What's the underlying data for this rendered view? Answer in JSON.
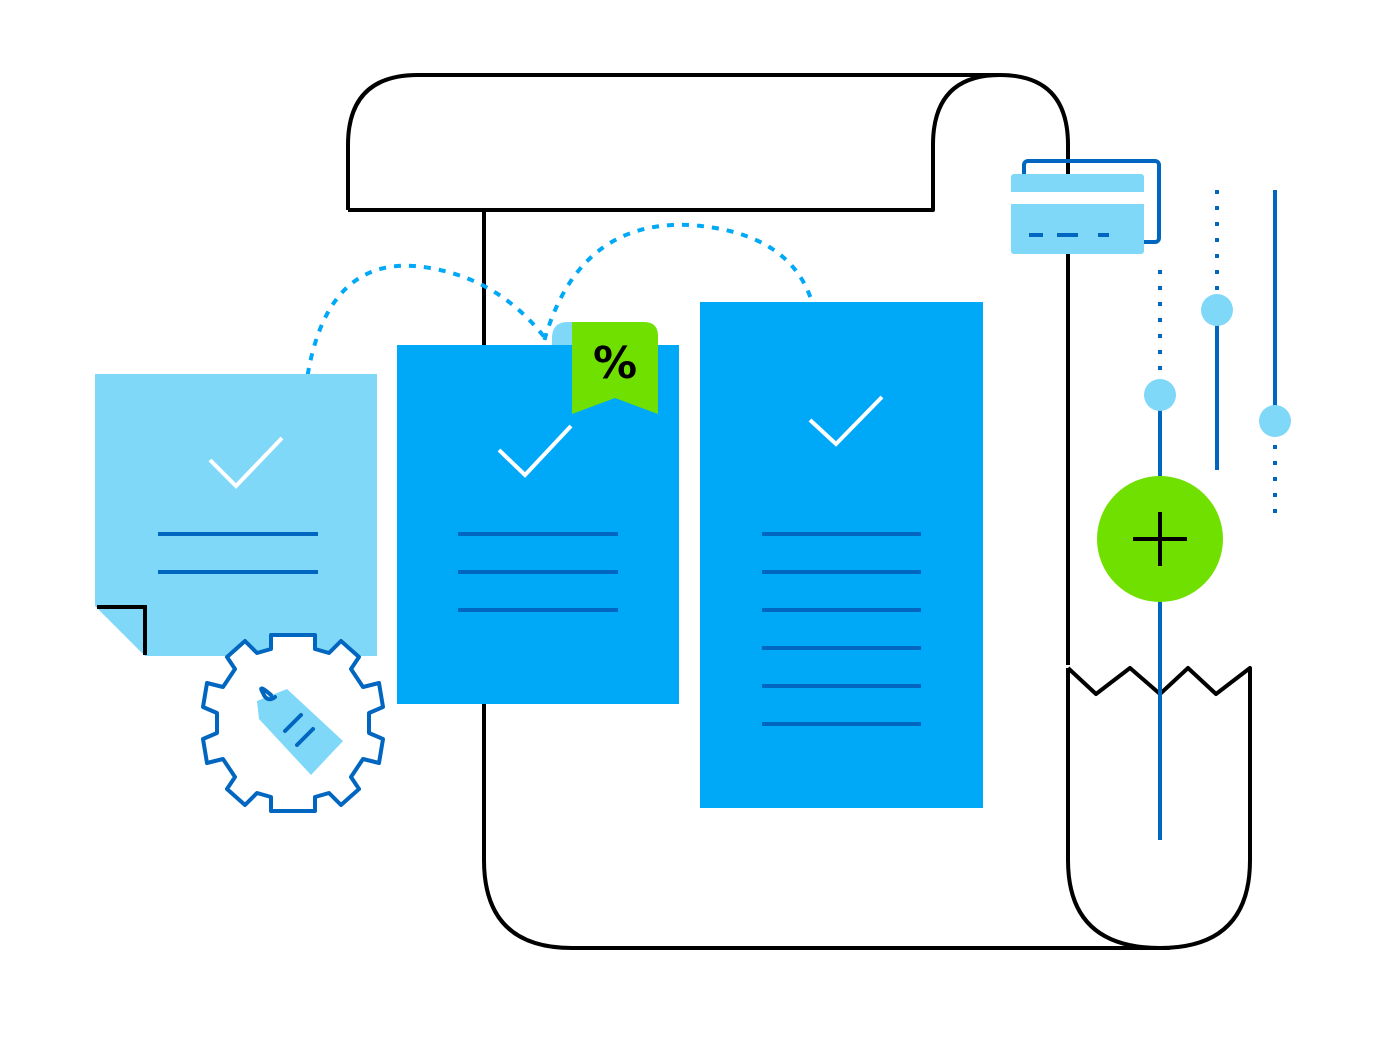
{
  "illustration": {
    "title": "Billing / pricing plans illustration",
    "discount_badge": {
      "symbol": "%"
    },
    "colors": {
      "light_blue": "#80d8f8",
      "mid_blue": "#00a8f8",
      "dark_blue": "#0066c0",
      "green": "#70e000",
      "outline": "#000000",
      "background": "#ffffff"
    },
    "plans": [
      {
        "name": "plan-small",
        "lines": 2,
        "fill": "#80d8f8"
      },
      {
        "name": "plan-medium",
        "lines": 3,
        "fill": "#00a8f8",
        "badge": "%"
      },
      {
        "name": "plan-large",
        "lines": 6,
        "fill": "#00a8f8"
      }
    ],
    "icons": [
      "receipt-scroll-icon",
      "credit-card-icon",
      "price-tag-gear-icon",
      "discount-ribbon-icon",
      "add-icon",
      "slider-controls-icon",
      "checkmark-icon"
    ]
  }
}
